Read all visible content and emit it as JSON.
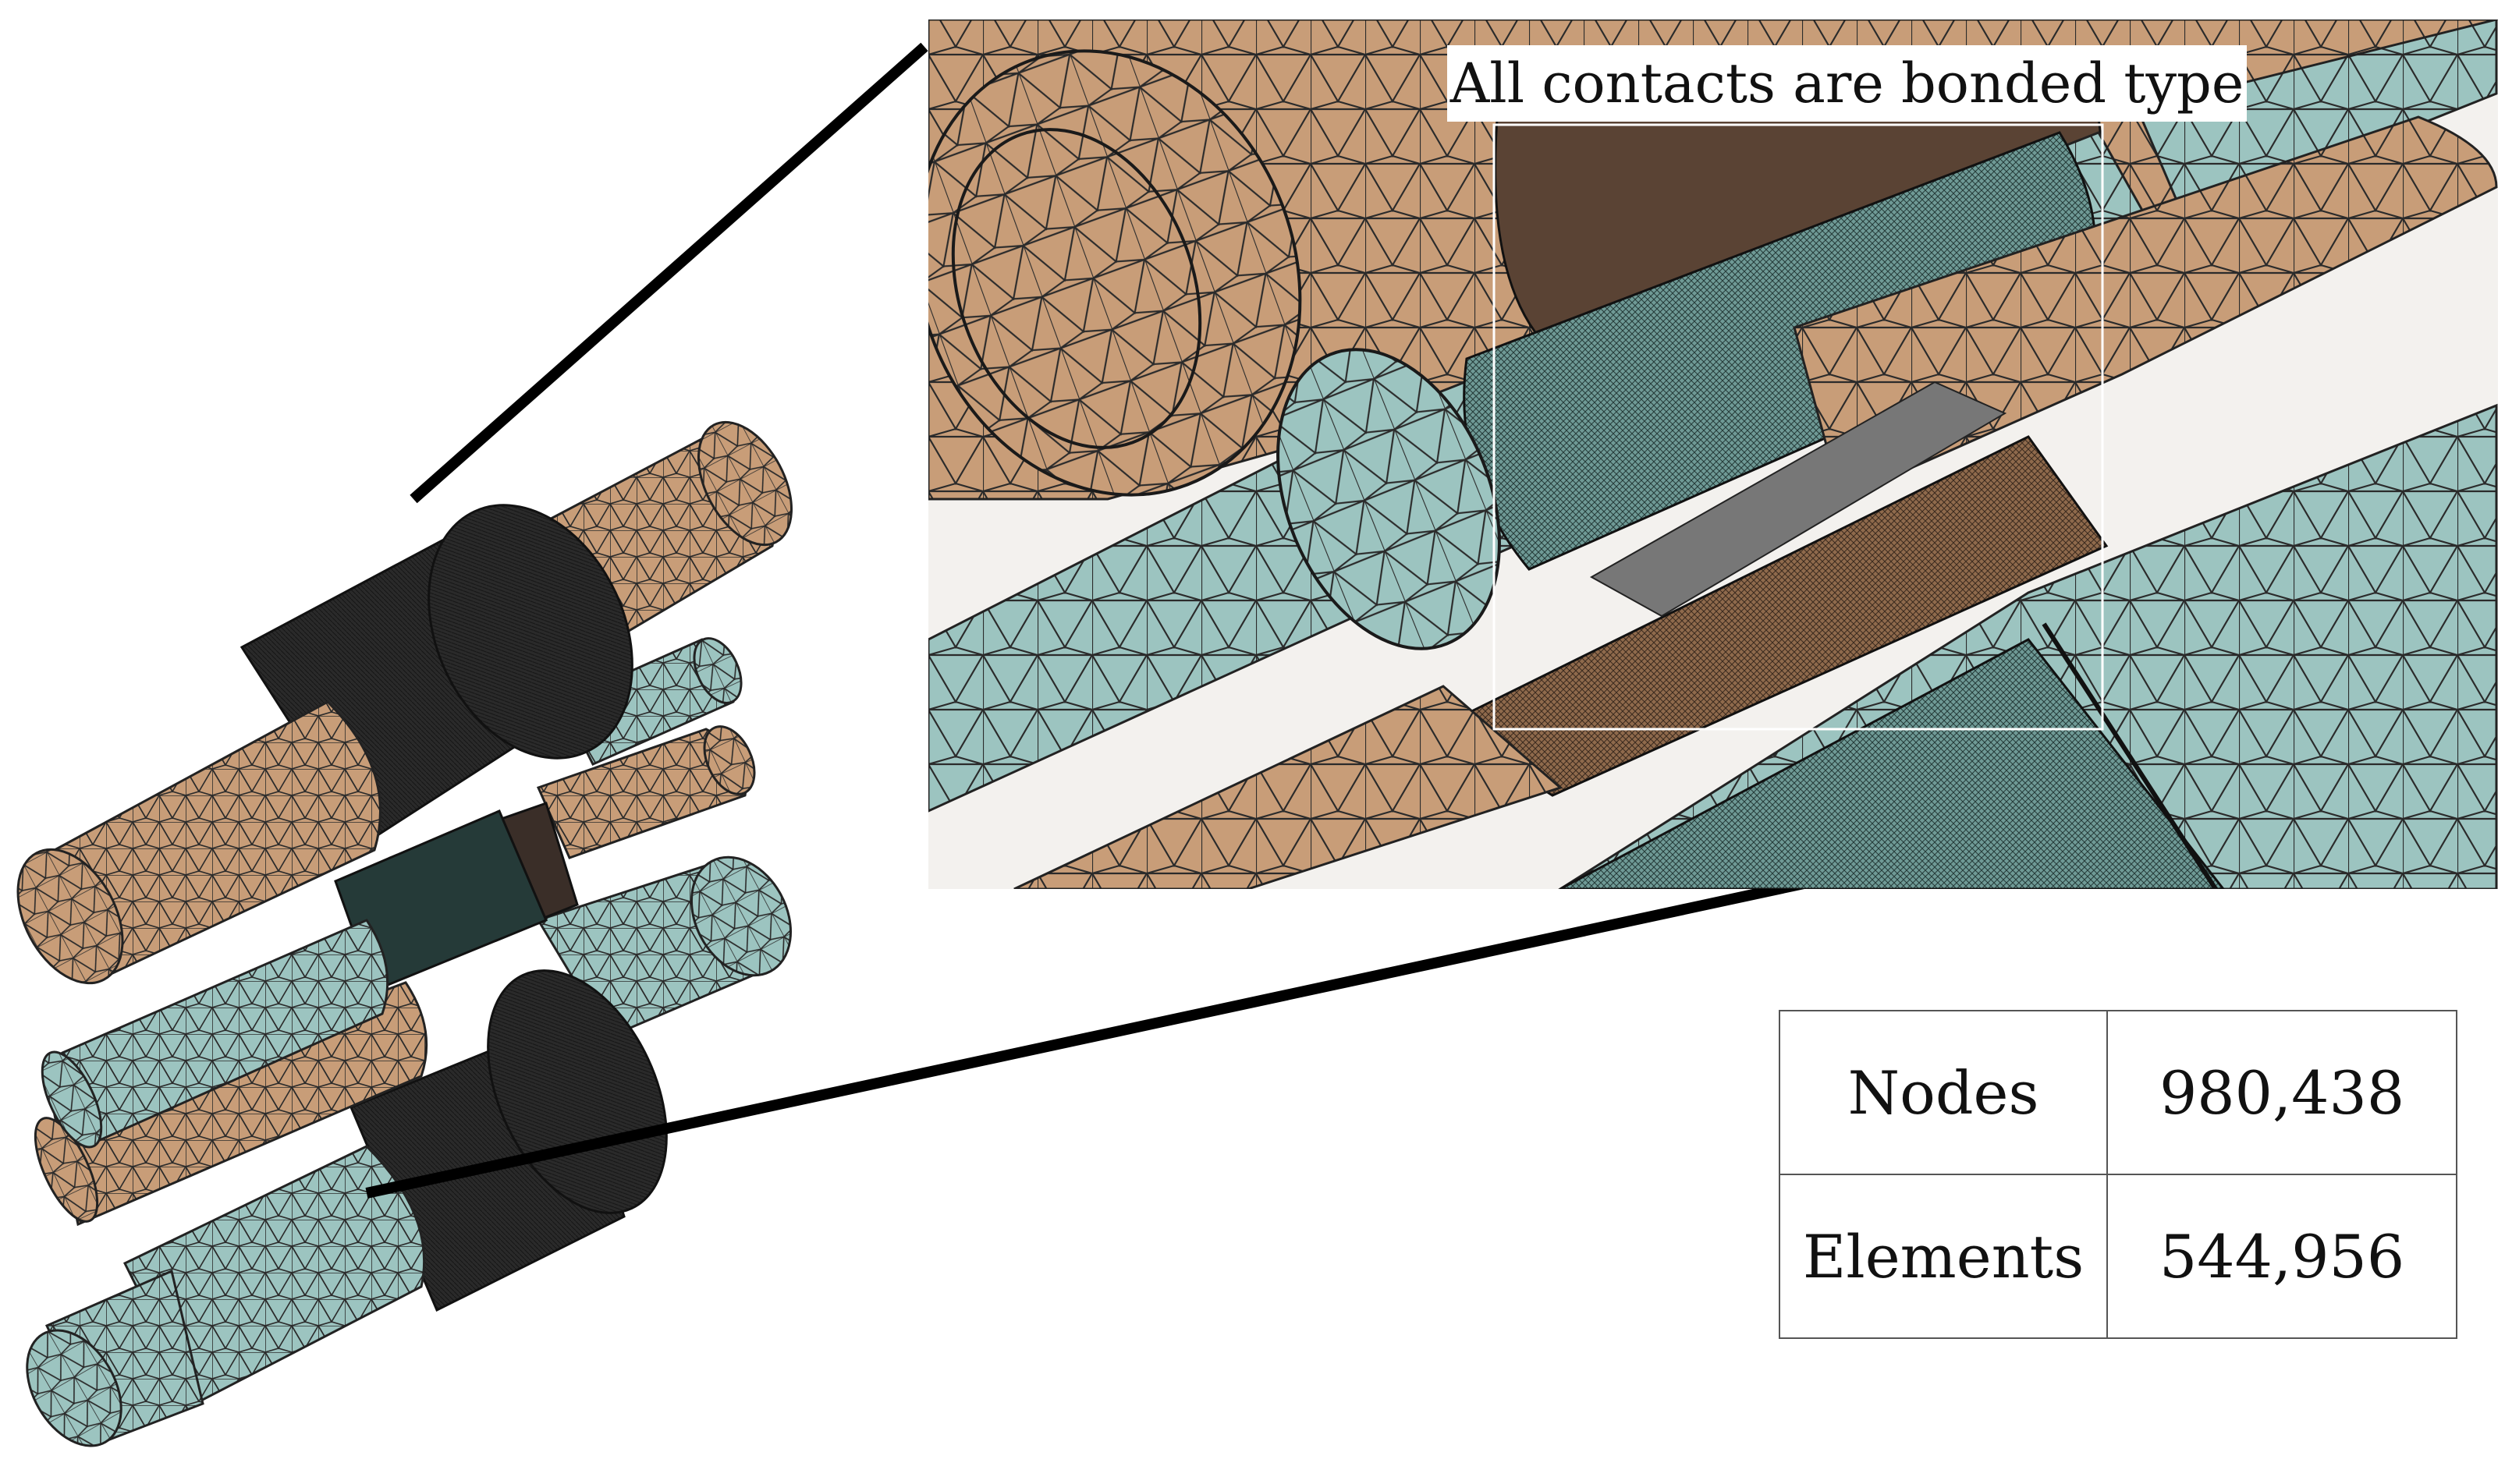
{
  "annotation": "All contacts are bonded type",
  "mesh_stats": {
    "rows": [
      {
        "label": "Nodes",
        "value": "980,438"
      },
      {
        "label": "Elements",
        "value": "544,956"
      }
    ]
  },
  "colors": {
    "roll_tan": "#c89d78",
    "roll_teal": "#9cc4c0",
    "fine_mesh_dark": "#2a2a2a",
    "coupling_fine_tan": "#8f6a4c",
    "coupling_fine_teal": "#6f9a96",
    "contact_patch": "#777777",
    "mesh_line": "#2b2b2b",
    "leader_line": "#000000"
  },
  "icons": {
    "model": "meshed-roll-assembly",
    "detail": "zoomed-contact-region"
  }
}
